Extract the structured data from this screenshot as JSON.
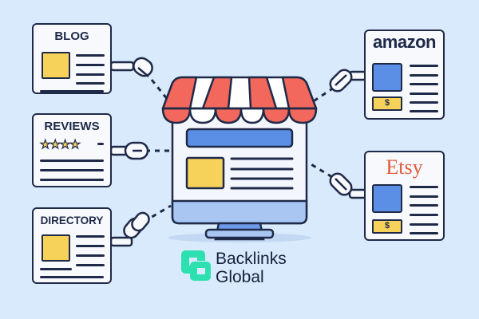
{
  "illustration": {
    "background_color": "#d9eafc",
    "theme": "backlinks connecting websites to an online store"
  },
  "left_cards": [
    {
      "id": "blog",
      "title": "BLOG",
      "icon": "image-placeholder-icon"
    },
    {
      "id": "reviews",
      "title": "REVIEWS",
      "rating_stars": 4,
      "icon": "star-icon"
    },
    {
      "id": "directory",
      "title": "DIRECTORY",
      "icon": "image-placeholder-icon"
    }
  ],
  "right_cards": [
    {
      "id": "amazon",
      "title": "amazon",
      "price_symbol": "$",
      "brand_color": "#1f2a48",
      "accent_color": "#e8962f"
    },
    {
      "id": "etsy",
      "title": "Etsy",
      "price_symbol": "$",
      "brand_color": "#e05a3a"
    }
  ],
  "center": {
    "element": "storefront-monitor",
    "awning_colors": [
      "#f2685c",
      "#ffffff"
    ]
  },
  "connectors": {
    "icon": "chain-link-icon",
    "count": 5
  },
  "logo": {
    "line1": "Backlinks",
    "line2": "Global",
    "mark_color": "#2de0b0"
  },
  "colors": {
    "outline": "#1f2a48",
    "yellow": "#f7d25a",
    "blue": "#5b8fe6",
    "light_blue": "#a9c6f3",
    "red": "#f2685c"
  }
}
